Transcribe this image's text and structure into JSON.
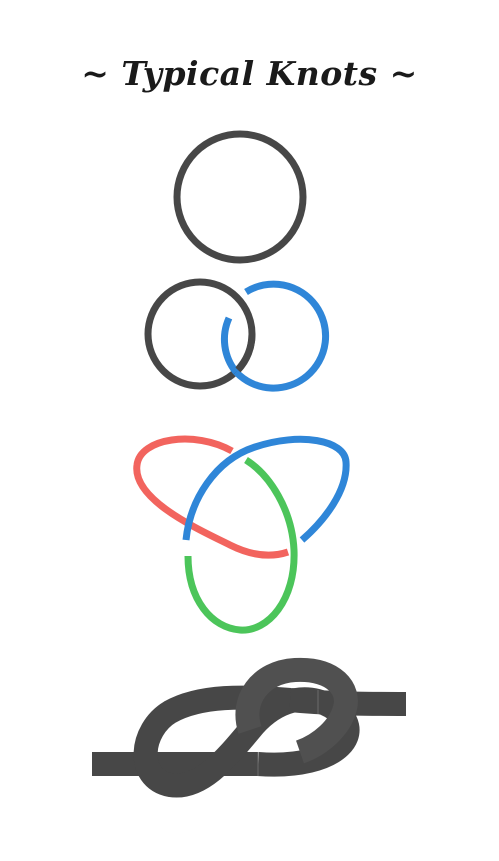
{
  "title": "~ Typical Knots ~",
  "colors": {
    "dark": "#474747",
    "blue": "#2f86d8",
    "red": "#f2645e",
    "green": "#4cc55a",
    "background": "#ffffff"
  },
  "knots": [
    {
      "name": "unknot",
      "strands": [
        "dark"
      ]
    },
    {
      "name": "hopf-link",
      "strands": [
        "dark",
        "blue"
      ]
    },
    {
      "name": "trefoil",
      "strands": [
        "red",
        "blue",
        "green"
      ]
    },
    {
      "name": "figure-eight-rope",
      "strands": [
        "dark"
      ]
    }
  ]
}
